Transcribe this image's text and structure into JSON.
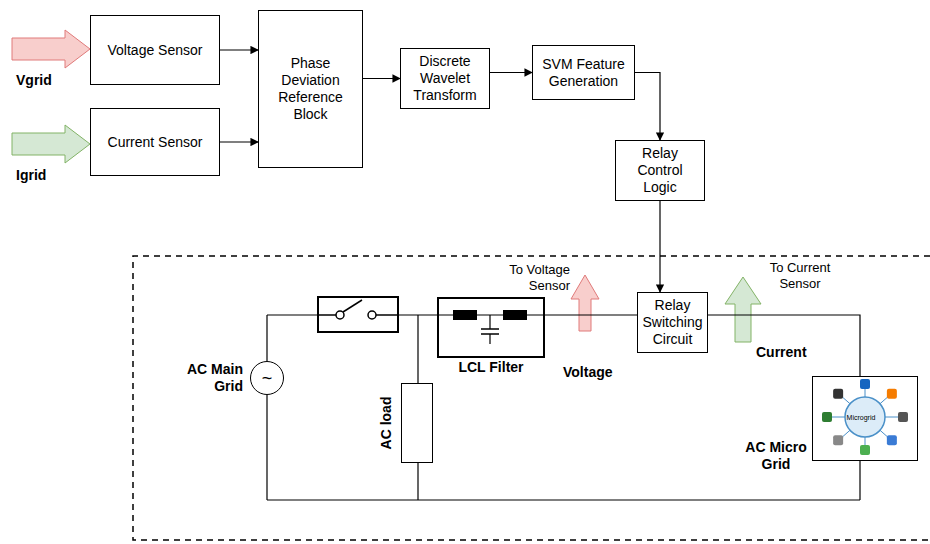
{
  "diagram": {
    "nodes": [
      {
        "text": [
          "Voltage Sensor"
        ]
      },
      {
        "text": [
          "Current Sensor"
        ]
      },
      {
        "text": [
          "Phase Deviation Reference Block"
        ]
      },
      {
        "text": [
          "Discrete Wavelet Transform"
        ]
      },
      {
        "text": [
          "SVM Feature Generation"
        ]
      },
      {
        "text": [
          "Relay Control Logic"
        ]
      },
      {
        "text": [
          "AC Main Grid",
          "~"
        ]
      },
      {
        "text": [
          "LCL Filter"
        ]
      },
      {
        "text": [
          "AC load"
        ]
      },
      {
        "text": [
          "Relay Switching Circuit"
        ]
      },
      {
        "text": [
          "AC Micro Grid"
        ]
      }
    ],
    "edges": [
      {
        "from": 0,
        "to": 2,
        "arrow": "to"
      },
      {
        "from": 1,
        "to": 2,
        "arrow": "to"
      },
      {
        "from": 2,
        "to": 3,
        "arrow": "to"
      },
      {
        "from": 3,
        "to": 4,
        "arrow": "to"
      },
      {
        "from": 4,
        "to": 5,
        "arrow": "to"
      },
      {
        "from": 5,
        "to": 9,
        "arrow": "to"
      },
      {
        "from": 7,
        "to": 9,
        "arrow": "none"
      },
      {
        "from": 9,
        "to": 10,
        "arrow": "none"
      }
    ],
    "labels": [
      "Vgrid",
      "Igrid",
      "To Voltage Sensor",
      "Voltage",
      "To Current Sensor",
      "Current",
      "Microgrid"
    ]
  }
}
